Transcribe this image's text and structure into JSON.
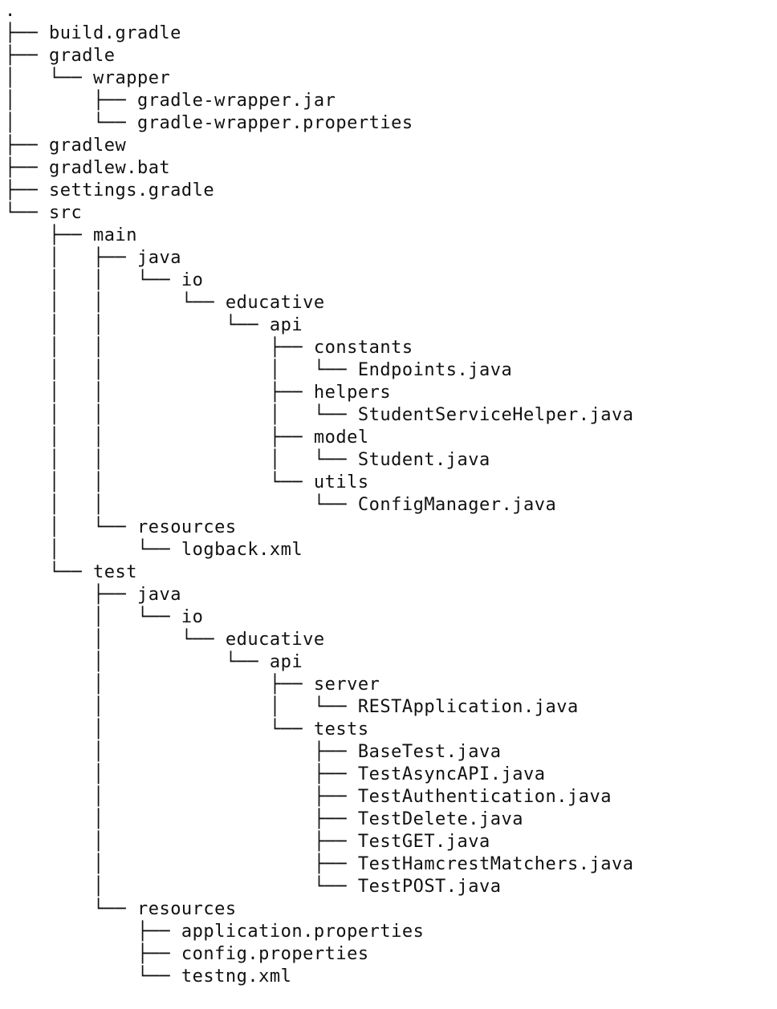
{
  "root": ".",
  "entries": [
    {
      "prefix": "├── ",
      "name": "build.gradle",
      "type": "file"
    },
    {
      "prefix": "├── ",
      "name": "gradle",
      "type": "dir"
    },
    {
      "prefix": "│   └── ",
      "name": "wrapper",
      "type": "dir"
    },
    {
      "prefix": "│       ├── ",
      "name": "gradle-wrapper.jar",
      "type": "file"
    },
    {
      "prefix": "│       └── ",
      "name": "gradle-wrapper.properties",
      "type": "file"
    },
    {
      "prefix": "├── ",
      "name": "gradlew",
      "type": "file"
    },
    {
      "prefix": "├── ",
      "name": "gradlew.bat",
      "type": "file"
    },
    {
      "prefix": "├── ",
      "name": "settings.gradle",
      "type": "file"
    },
    {
      "prefix": "└── ",
      "name": "src",
      "type": "dir"
    },
    {
      "prefix": "    ├── ",
      "name": "main",
      "type": "dir"
    },
    {
      "prefix": "    │   ├── ",
      "name": "java",
      "type": "dir"
    },
    {
      "prefix": "    │   │   └── ",
      "name": "io",
      "type": "dir"
    },
    {
      "prefix": "    │   │       └── ",
      "name": "educative",
      "type": "dir"
    },
    {
      "prefix": "    │   │           └── ",
      "name": "api",
      "type": "dir"
    },
    {
      "prefix": "    │   │               ├── ",
      "name": "constants",
      "type": "dir"
    },
    {
      "prefix": "    │   │               │   └── ",
      "name": "Endpoints.java",
      "type": "file"
    },
    {
      "prefix": "    │   │               ├── ",
      "name": "helpers",
      "type": "dir"
    },
    {
      "prefix": "    │   │               │   └── ",
      "name": "StudentServiceHelper.java",
      "type": "file"
    },
    {
      "prefix": "    │   │               ├── ",
      "name": "model",
      "type": "dir"
    },
    {
      "prefix": "    │   │               │   └── ",
      "name": "Student.java",
      "type": "file"
    },
    {
      "prefix": "    │   │               └── ",
      "name": "utils",
      "type": "dir"
    },
    {
      "prefix": "    │   │                   └── ",
      "name": "ConfigManager.java",
      "type": "file"
    },
    {
      "prefix": "    │   └── ",
      "name": "resources",
      "type": "dir"
    },
    {
      "prefix": "    │       └── ",
      "name": "logback.xml",
      "type": "file"
    },
    {
      "prefix": "    └── ",
      "name": "test",
      "type": "dir"
    },
    {
      "prefix": "        ├── ",
      "name": "java",
      "type": "dir"
    },
    {
      "prefix": "        │   └── ",
      "name": "io",
      "type": "dir"
    },
    {
      "prefix": "        │       └── ",
      "name": "educative",
      "type": "dir"
    },
    {
      "prefix": "        │           └── ",
      "name": "api",
      "type": "dir"
    },
    {
      "prefix": "        │               ├── ",
      "name": "server",
      "type": "dir"
    },
    {
      "prefix": "        │               │   └── ",
      "name": "RESTApplication.java",
      "type": "file"
    },
    {
      "prefix": "        │               └── ",
      "name": "tests",
      "type": "dir"
    },
    {
      "prefix": "        │                   ├── ",
      "name": "BaseTest.java",
      "type": "file"
    },
    {
      "prefix": "        │                   ├── ",
      "name": "TestAsyncAPI.java",
      "type": "file"
    },
    {
      "prefix": "        │                   ├── ",
      "name": "TestAuthentication.java",
      "type": "file"
    },
    {
      "prefix": "        │                   ├── ",
      "name": "TestDelete.java",
      "type": "file"
    },
    {
      "prefix": "        │                   ├── ",
      "name": "TestGET.java",
      "type": "file"
    },
    {
      "prefix": "        │                   ├── ",
      "name": "TestHamcrestMatchers.java",
      "type": "file"
    },
    {
      "prefix": "        │                   └── ",
      "name": "TestPOST.java",
      "type": "file"
    },
    {
      "prefix": "        └── ",
      "name": "resources",
      "type": "dir"
    },
    {
      "prefix": "            ├── ",
      "name": "application.properties",
      "type": "file"
    },
    {
      "prefix": "            ├── ",
      "name": "config.properties",
      "type": "file"
    },
    {
      "prefix": "            └── ",
      "name": "testng.xml",
      "type": "file"
    }
  ]
}
